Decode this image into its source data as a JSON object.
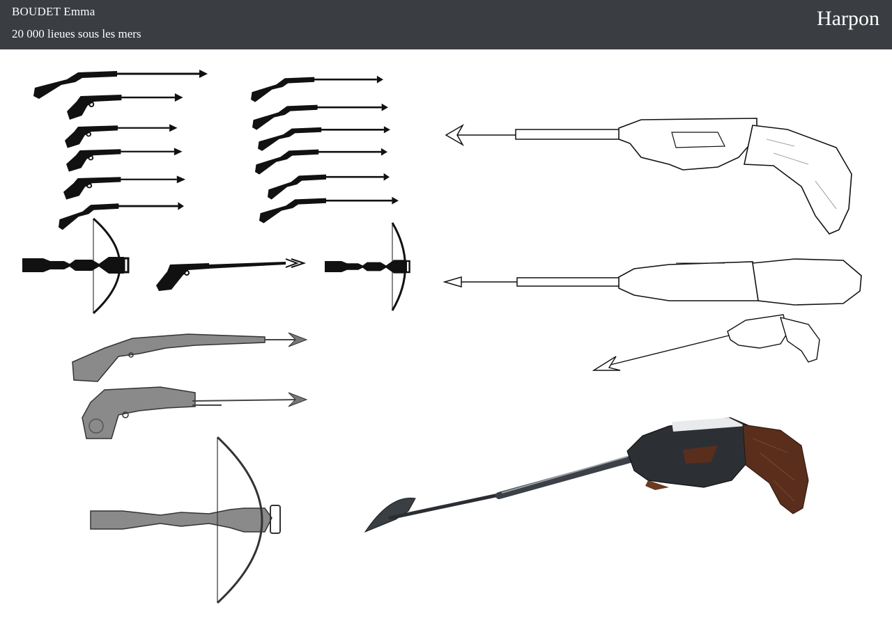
{
  "header": {
    "author": "BOUDET Emma",
    "subtitle": "20 000 lieues sous les mers",
    "title": "Harpon"
  },
  "colors": {
    "header_bg": "#3a3d42",
    "header_text": "#ffffff",
    "silhouette": "#111111",
    "grey_model": "#8a8a8a",
    "wood": "#5a2e1c",
    "metal_dark": "#2c3035"
  }
}
